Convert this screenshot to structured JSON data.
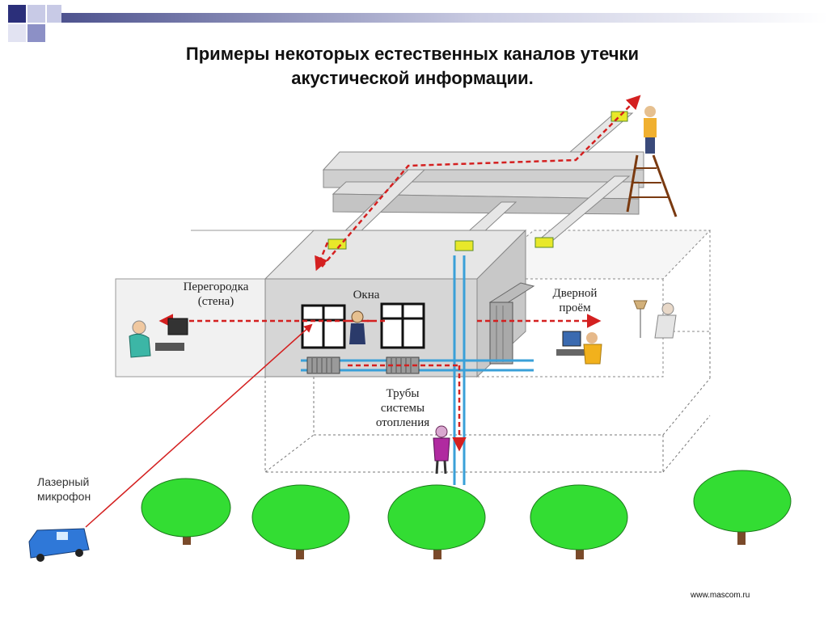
{
  "title": {
    "line1": "Примеры некоторых естественных каналов утечки",
    "line2": "акустической информации."
  },
  "labels": {
    "partition": {
      "line1": "Перегородка",
      "line2": "(стена)"
    },
    "windows": "Окна",
    "door": {
      "line1": "Дверной",
      "line2": "проём"
    },
    "pipes": {
      "line1": "Трубы",
      "line2": "системы",
      "line3": "отопления"
    },
    "laser": {
      "line1": "Лазерный",
      "line2": "микрофон"
    }
  },
  "website": "www.mascom.ru",
  "colors": {
    "leak_arrow": "#d42020",
    "pipe": "#3aa0d8",
    "wall": "#d9d9d9",
    "wall_dark": "#bdbdbd",
    "tree": "#33dd33",
    "sensor": "#e8e82a",
    "header_gradient_start": "#4a4f8c"
  },
  "icons": [
    "person-at-computer-icon",
    "person-listening-icon",
    "person-on-ladder-icon",
    "spy-icon",
    "van-icon",
    "tree-icon",
    "lamp-icon",
    "radiator-icon",
    "sensor-icon",
    "door-icon"
  ]
}
